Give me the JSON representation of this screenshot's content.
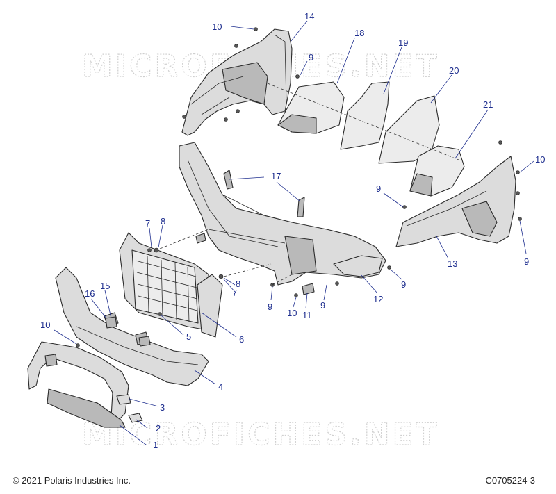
{
  "watermark": "MICROFICHES.NET",
  "copyright": "© 2021 Polaris Industries Inc.",
  "figure_code": "C0705224-3",
  "callouts": {
    "c1": "1",
    "c2": "2",
    "c3": "3",
    "c4": "4",
    "c5": "5",
    "c6": "6",
    "c7a": "7",
    "c7b": "7",
    "c8a": "8",
    "c8b": "8",
    "c9a": "9",
    "c9b": "9",
    "c9c": "9",
    "c9d": "9",
    "c9e": "9",
    "c9f": "9",
    "c10a": "10",
    "c10b": "10",
    "c10c": "10",
    "c10d": "10",
    "c11": "11",
    "c12": "12",
    "c13": "13",
    "c14": "14",
    "c15": "15",
    "c16": "16",
    "c17": "17",
    "c18": "18",
    "c19": "19",
    "c20": "20",
    "c21": "21"
  }
}
